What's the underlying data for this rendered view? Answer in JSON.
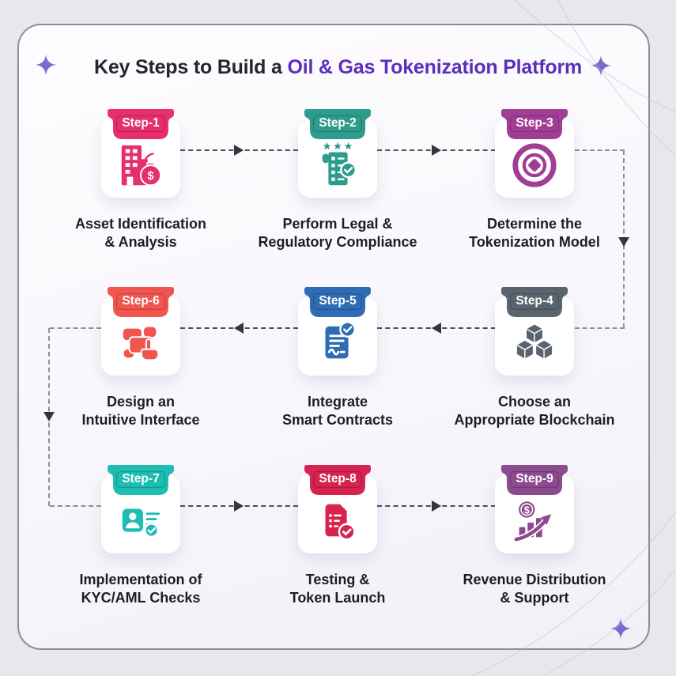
{
  "title": {
    "prefix": "Key Steps  to Build a",
    "highlight": "Oil & Gas Tokenization Platform",
    "highlight_color": "#5B2EBE",
    "text_color": "#26262E"
  },
  "steps": [
    {
      "badge": "Step-1",
      "line1": "Asset Identification",
      "line2": "& Analysis",
      "color": "#E72E6F",
      "icon": "building-money-icon"
    },
    {
      "badge": "Step-2",
      "line1": "Perform Legal &",
      "line2": "Regulatory Compliance",
      "color": "#2E9C8C",
      "icon": "legal-compliance-icon"
    },
    {
      "badge": "Step-3",
      "line1": "Determine the",
      "line2": "Tokenization Model",
      "color": "#A23D96",
      "icon": "token-coin-icon"
    },
    {
      "badge": "Step-4",
      "line1": "Choose an",
      "line2": "Appropriate Blockchain",
      "color": "#59646E",
      "icon": "blockchain-cubes-icon"
    },
    {
      "badge": "Step-5",
      "line1": "Integrate",
      "line2": "Smart Contracts",
      "color": "#2E6CB4",
      "icon": "smart-contract-icon"
    },
    {
      "badge": "Step-6",
      "line1": "Design an",
      "line2": "Intuitive Interface",
      "color": "#F0564F",
      "icon": "interface-design-icon"
    },
    {
      "badge": "Step-7",
      "line1": "Implementation of",
      "line2": "KYC/AML Checks",
      "color": "#1EBDB2",
      "icon": "kyc-aml-icon"
    },
    {
      "badge": "Step-8",
      "line1": "Testing &",
      "line2": "Token Launch",
      "color": "#D6234F",
      "icon": "testing-launch-icon"
    },
    {
      "badge": "Step-9",
      "line1": "Revenue Distribution",
      "line2": "& Support",
      "color": "#8C4A8F",
      "icon": "revenue-growth-icon"
    }
  ],
  "colors": {
    "background": "#E9E7EE",
    "panel": "#FCFBFD",
    "panel_border": "#8E8E96",
    "label_text": "#1D1D25",
    "dash": "#4C4C54",
    "dash_side": "#90909A",
    "arrow": "#35353C",
    "sparkle": "#7B6BD0"
  }
}
